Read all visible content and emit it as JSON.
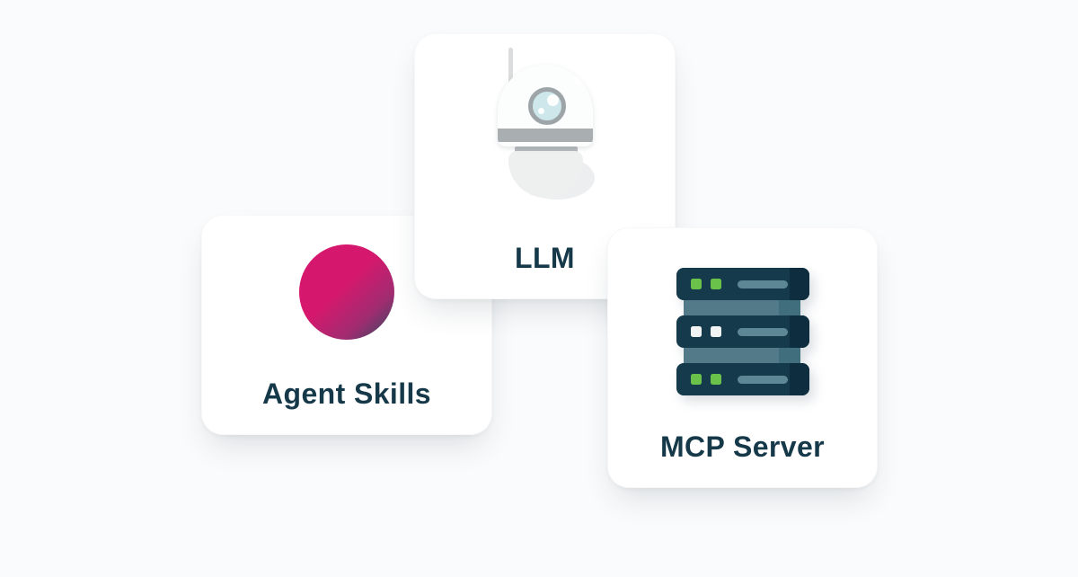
{
  "illustration": {
    "cards": [
      {
        "id": "agent-skills",
        "label": "Agent Skills",
        "icon": "gradient-sphere-icon"
      },
      {
        "id": "llm",
        "label": "LLM",
        "icon": "robot-icon"
      },
      {
        "id": "mcp-server",
        "label": "MCP Server",
        "icon": "server-rack-icon"
      }
    ],
    "server_rows": [
      {
        "leds": "green"
      },
      {
        "leds": "white"
      },
      {
        "leds": "green"
      }
    ]
  },
  "colors": {
    "canvas_bg": "#FAFBFC",
    "card_bg": "#FFFFFF",
    "label_text": "#16394A",
    "circle_grad_a": "#D5186E",
    "circle_grad_mid": "#A02C70",
    "circle_grad_b": "#2C4A62",
    "server_bar": "#143A4C",
    "server_bar_cap": "#0E2D3E",
    "server_connector": "#527A89",
    "server_connector_cap": "#416E7D",
    "led_green": "#6BC24A",
    "led_white": "#F2F4F4",
    "server_slot": "#5E8796",
    "robot_antenna": "#DADCDD",
    "robot_head": "#FCFDFD",
    "robot_gray": "#A9AEB1",
    "robot_neck": "#B5B9BC",
    "robot_body": "#EEF0F0",
    "robot_body_shadow": "#E8EAEB",
    "robot_eye_ring": "#9EA5A8",
    "robot_eye_fill": "#CDE7EA"
  }
}
